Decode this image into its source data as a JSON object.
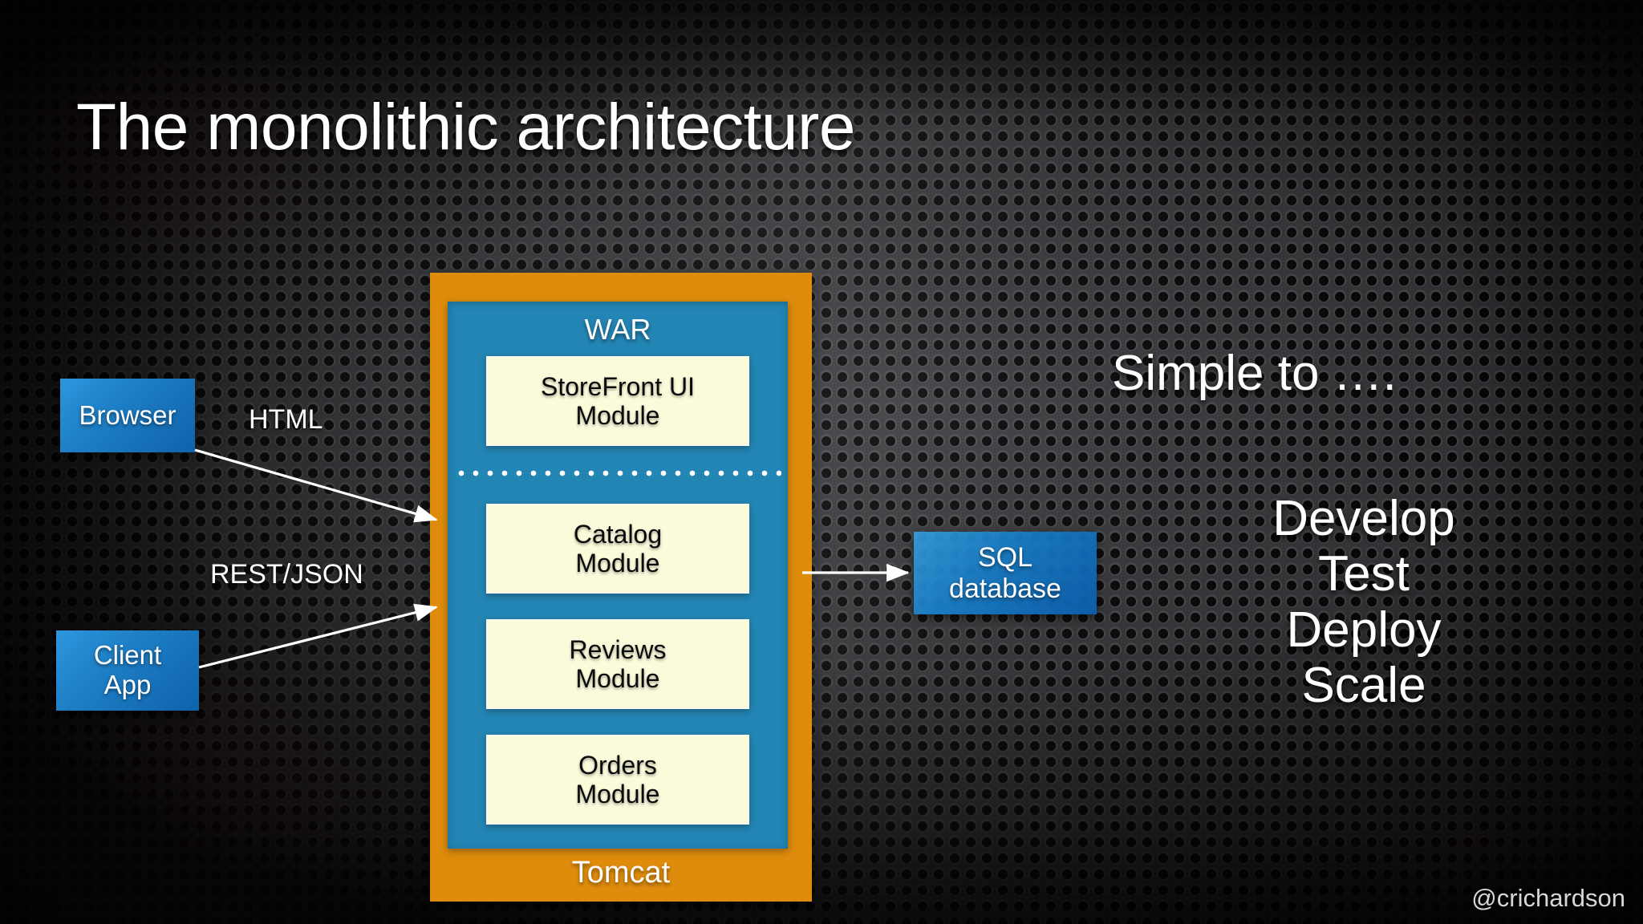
{
  "slide": {
    "title": "The monolithic architecture",
    "watermark": "@crichardson"
  },
  "diagram": {
    "tomcat": {
      "label": "Tomcat",
      "color": "#df8c0c"
    },
    "war": {
      "label": "WAR",
      "color": "#2385b4",
      "divider": "dotted-separator",
      "modules": [
        {
          "name": "storefront-ui-module",
          "line1": "StoreFront UI",
          "line2": "Module"
        },
        {
          "name": "catalog-module",
          "line1": "Catalog",
          "line2": "Module"
        },
        {
          "name": "reviews-module",
          "line1": "Reviews",
          "line2": "Module"
        },
        {
          "name": "orders-module",
          "line1": "Orders",
          "line2": "Module"
        }
      ],
      "module_color": "#fbfbdc"
    },
    "clients": [
      {
        "name": "browser",
        "line1": "Browser",
        "line2": ""
      },
      {
        "name": "client-app",
        "line1": "Client",
        "line2": "App"
      }
    ],
    "datastore": {
      "name": "sql-database",
      "line1": "SQL",
      "line2": "database"
    },
    "connections": [
      {
        "from": "Browser",
        "to": "Tomcat",
        "label": "HTML"
      },
      {
        "from": "Client App",
        "to": "Tomcat",
        "label": "REST/JSON"
      },
      {
        "from": "WAR",
        "to": "SQL database",
        "label": ""
      }
    ],
    "client_color": "#1e7fc6",
    "arrow_color": "#ffffff"
  },
  "notes": {
    "heading": "Simple to ….",
    "benefits": [
      "Develop",
      "Test",
      "Deploy",
      "Scale"
    ]
  }
}
